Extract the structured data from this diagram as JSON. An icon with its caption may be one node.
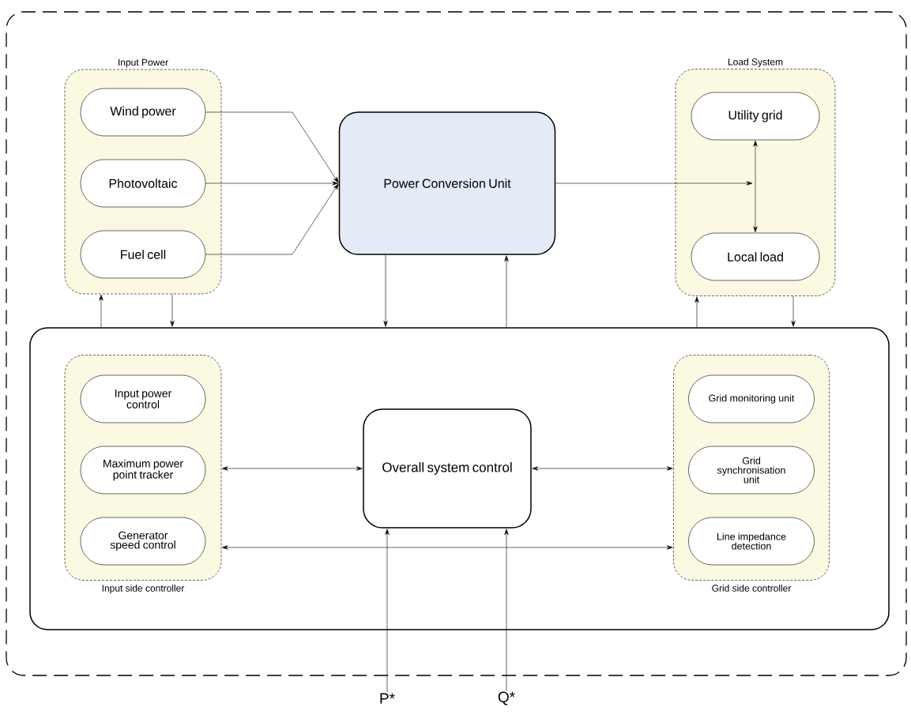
{
  "diagram": {
    "nodes": [
      {
        "text": [],
        "shape": "box"
      },
      {
        "text": [
          "Input Power"
        ],
        "in": 0
      },
      {
        "text": [
          "Wind power"
        ],
        "in": 1
      },
      {
        "text": [
          "Photovoltaic"
        ],
        "in": 1
      },
      {
        "text": [
          "Fuel cell"
        ],
        "in": 1
      },
      {
        "text": [
          "Power Conversion Unit"
        ],
        "in": 0
      },
      {
        "text": [
          "Load System"
        ],
        "in": 0
      },
      {
        "text": [
          "Utility grid"
        ],
        "in": 6
      },
      {
        "text": [
          "Local load"
        ],
        "in": 6
      },
      {
        "text": [],
        "shape": "box",
        "in": 0
      },
      {
        "text": [
          "Input side controller"
        ],
        "in": 9
      },
      {
        "text": [
          "Input power control"
        ],
        "in": 10
      },
      {
        "text": [
          "Maximum power point tracker"
        ],
        "in": 10
      },
      {
        "text": [
          "Generator speed control"
        ],
        "in": 10
      },
      {
        "text": [
          "Overall system control"
        ],
        "in": 9
      },
      {
        "text": [
          "Grid side controller"
        ],
        "in": 9
      },
      {
        "text": [
          "Grid monitoring unit"
        ],
        "in": 15
      },
      {
        "text": [
          "Grid synchronisation unit"
        ],
        "in": 15
      },
      {
        "text": [
          "Line impedance detection"
        ],
        "in": 15
      },
      {
        "text": [
          "P*"
        ]
      },
      {
        "text": [
          "Q*"
        ]
      }
    ],
    "edges": [
      {
        "from": 2,
        "to": 5,
        "arrow": "to"
      },
      {
        "from": 3,
        "to": 5,
        "arrow": "to"
      },
      {
        "from": 4,
        "to": 5,
        "arrow": "to"
      },
      {
        "from": 5,
        "to": null,
        "arrow": "to"
      },
      {
        "from": 7,
        "to": 8,
        "arrow": "both"
      },
      {
        "from": 9,
        "to": 1,
        "arrow": "to"
      },
      {
        "from": 1,
        "to": 9,
        "arrow": "to"
      },
      {
        "from": 5,
        "to": 9,
        "arrow": "to"
      },
      {
        "from": 9,
        "to": 5,
        "arrow": "to"
      },
      {
        "from": 9,
        "to": 6,
        "arrow": "to"
      },
      {
        "from": 6,
        "to": 9,
        "arrow": "to"
      },
      {
        "from": 10,
        "to": 14,
        "arrow": "both"
      },
      {
        "from": 14,
        "to": 15,
        "arrow": "both"
      },
      {
        "from": 10,
        "to": 15,
        "arrow": "both"
      },
      {
        "from": 19,
        "to": 14,
        "arrow": "to"
      },
      {
        "from": 20,
        "to": 14,
        "arrow": "to"
      }
    ]
  }
}
